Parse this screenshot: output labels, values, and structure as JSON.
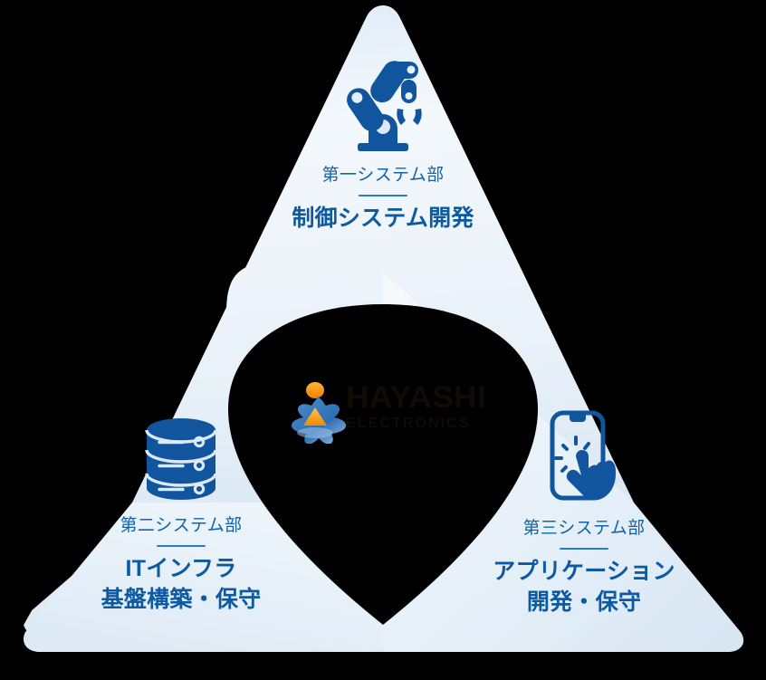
{
  "diagram": {
    "type": "three-petal-triangle",
    "background_color": "#000000",
    "petal_fill_light": "#f4f8fc",
    "petal_fill_dark": "#d6e5f3",
    "accent_color": "#1064ab",
    "title_color": "#0d5aa0",
    "rule_color": "#2a7cc0",
    "icon_color": "#11559f"
  },
  "sections": [
    {
      "id": "top",
      "icon": "robot-arm-icon",
      "dept": "第一システム部",
      "title_lines": [
        "制御システム開発"
      ]
    },
    {
      "id": "left",
      "icon": "database-stack-icon",
      "dept": "第二システム部",
      "title_lines": [
        "ITインフラ",
        "基盤構築・保守"
      ]
    },
    {
      "id": "right",
      "icon": "smartphone-tap-icon",
      "dept": "第三システム部",
      "title_lines": [
        "アプリケーション",
        "開発・保守"
      ]
    }
  ],
  "center_logo": {
    "mark": "hayashi-logo-mark",
    "wordmark": "HAYASHI",
    "subwordmark": "ELECTRONICS",
    "mark_colors": {
      "orb": "#f28c00",
      "triangle": "#f9a01b",
      "star": "#3a7fc1",
      "star_light": "#9fc3e6"
    },
    "text_color": "#120a06"
  }
}
